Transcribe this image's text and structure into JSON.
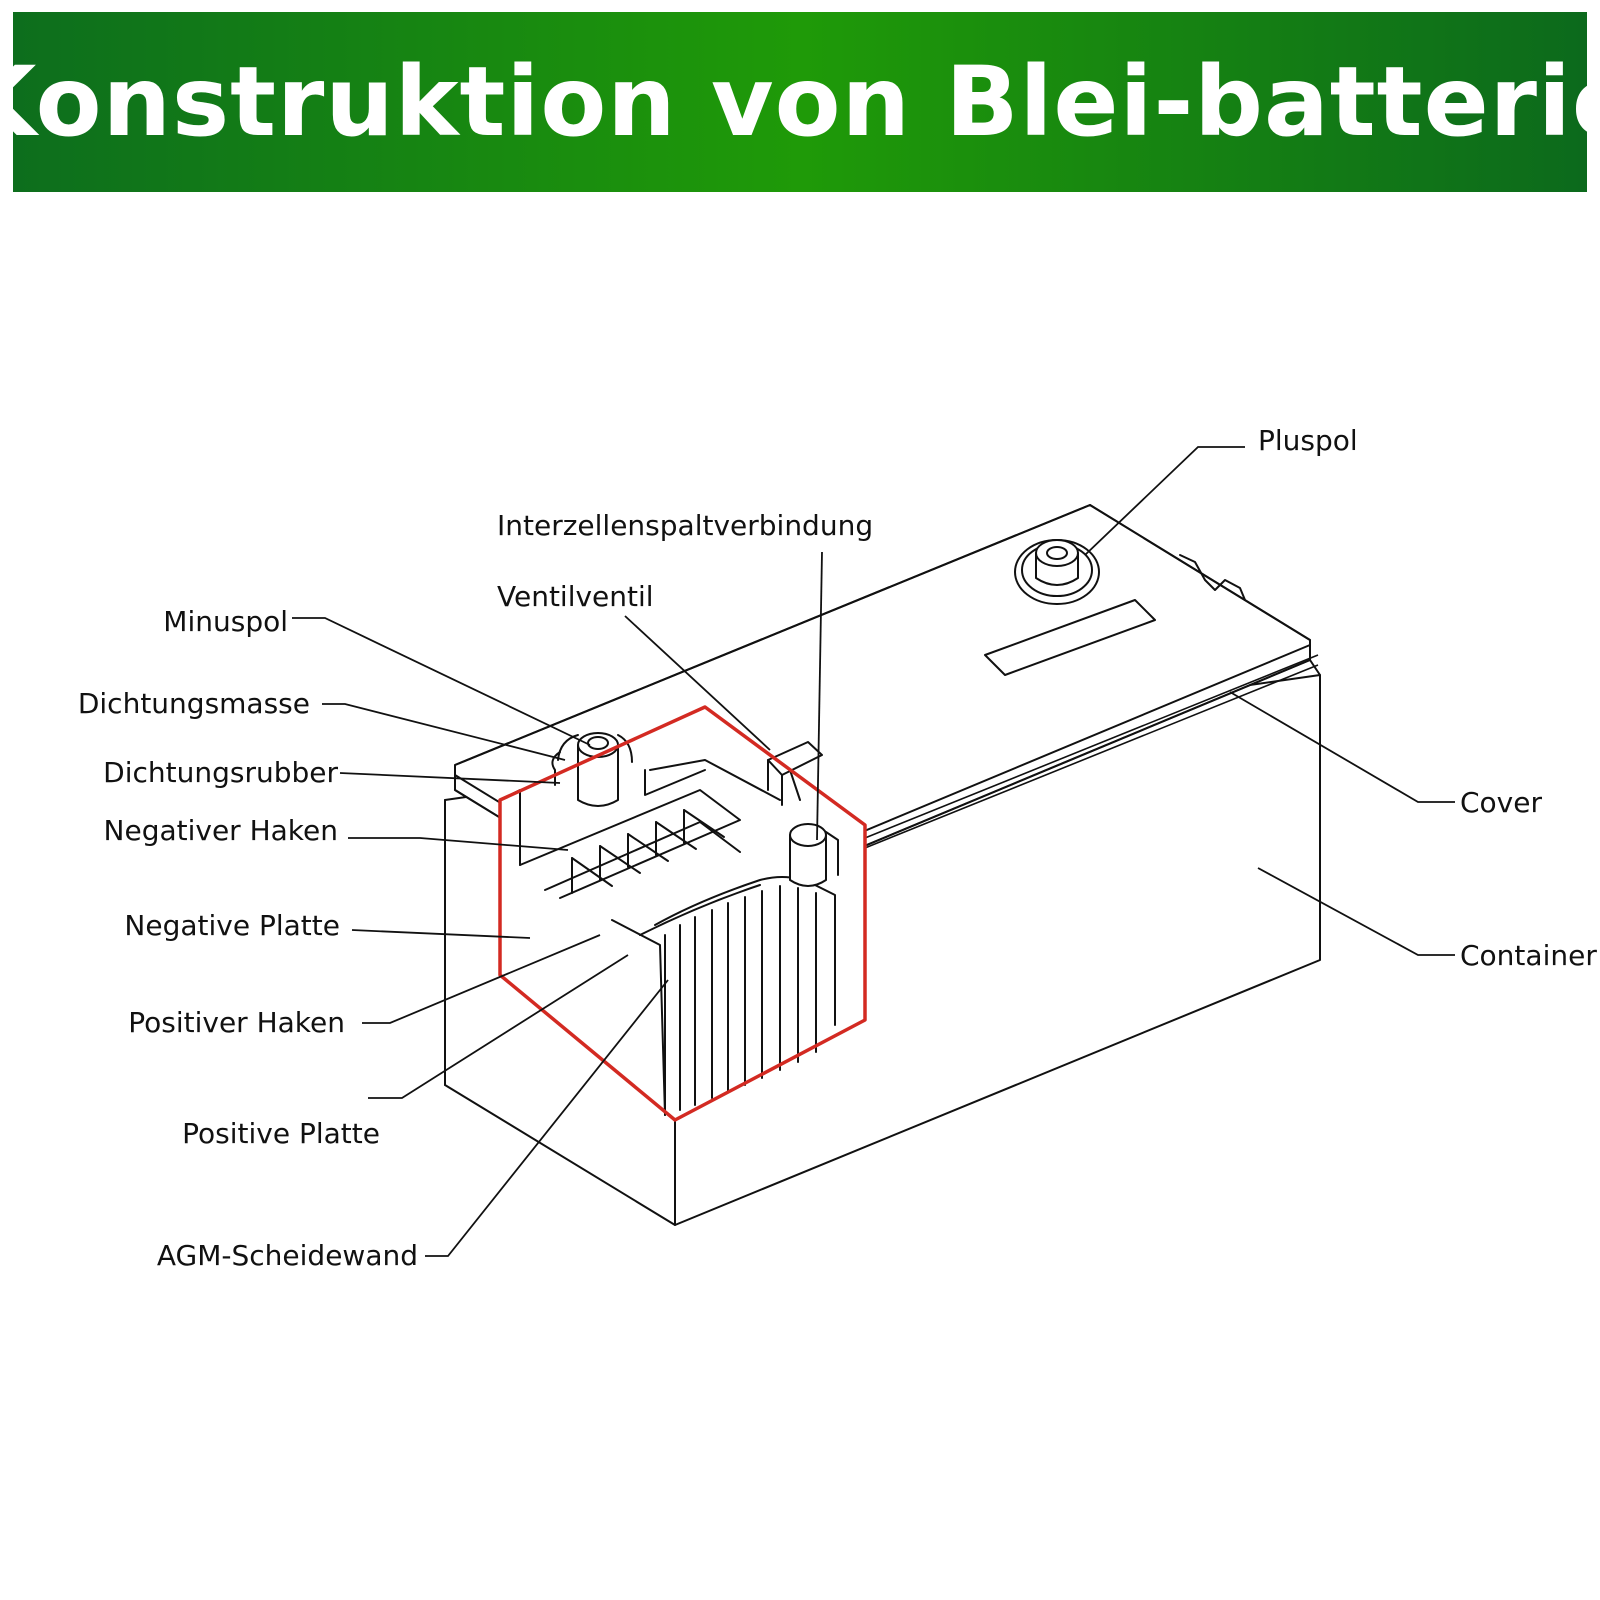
{
  "title": "Konstruktion von Blei-batterie",
  "colors": {
    "banner": "#1f9a08",
    "banner_dark": "#0d6e1d",
    "cutaway": "#d32a22",
    "line": "#111111"
  },
  "labels": {
    "pluspol": "Pluspol",
    "interzellen": "Interzellenspaltverbindung",
    "ventil": "Ventilventil",
    "minuspol": "Minuspol",
    "dichtungsmasse": "Dichtungsmasse",
    "dichtungsrubber": "Dichtungsrubber",
    "negativer_haken": "Negativer Haken",
    "negative_platte": "Negative Platte",
    "positiver_haken": "Positiver Haken",
    "positive_platte": "Positive Platte",
    "agm": "AGM-Scheidewand",
    "cover": "Cover",
    "container": "Container"
  }
}
